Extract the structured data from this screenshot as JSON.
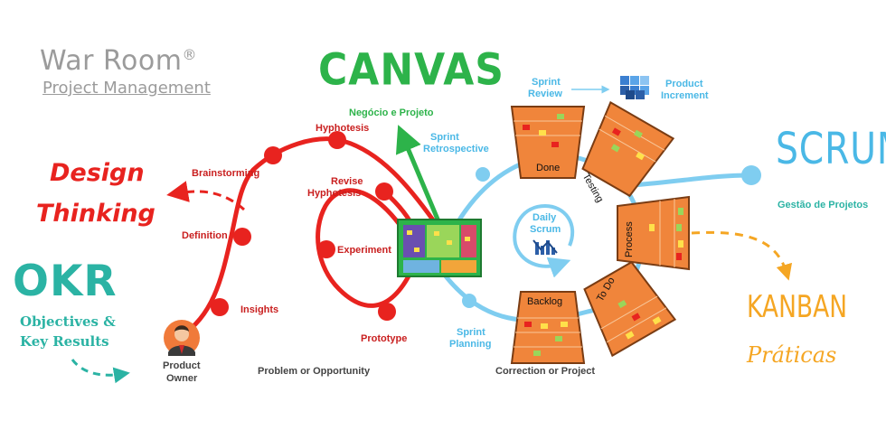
{
  "branding": {
    "title": "War Room",
    "reg_mark": "®",
    "subtitle": "Project Management"
  },
  "canvas": {
    "title": "CANVAS",
    "subtitle": "Negócio e Projeto"
  },
  "design_thinking": {
    "line1": "Design",
    "line2": "Thinking"
  },
  "okr": {
    "title": "OKR",
    "line1": "Objectives &",
    "line2": "Key Results"
  },
  "design_steps": {
    "hyphotesis": "Hyphotesis",
    "brainstorming": "Brainstorming",
    "definition": "Definition",
    "insights": "Insights",
    "revise_line1": "Revise",
    "revise_line2": "Hyphotesis",
    "experiment": "Experiment",
    "prototype": "Prototype"
  },
  "product_owner": {
    "line1": "Product",
    "line2": "Owner"
  },
  "problem": "Problem or Opportunity",
  "correction": "Correction or Project",
  "scrum_events": {
    "review_line1": "Sprint",
    "review_line2": "Review",
    "retro_line1": "Sprint",
    "retro_line2": "Retrospective",
    "planning_line1": "Sprint",
    "planning_line2": "Planning",
    "daily_line1": "Daily",
    "daily_line2": "Scrum"
  },
  "product_increment": {
    "line1": "Product",
    "line2": "Increment"
  },
  "cards": {
    "done": "Done",
    "testing": "Testing",
    "process": "Process",
    "todo": "To Do",
    "backlog": "Backlog"
  },
  "scrum": {
    "title": "SCRUM",
    "subtitle": "Gestão de Projetos"
  },
  "kanban": {
    "title": "KANBAN",
    "subtitle": "Práticas"
  },
  "colors": {
    "red": "#e8231f",
    "blue": "#4ab8e6",
    "green": "#2db34a",
    "teal": "#2bb3a4",
    "orange": "#f5a623",
    "card": "#f0853b"
  }
}
